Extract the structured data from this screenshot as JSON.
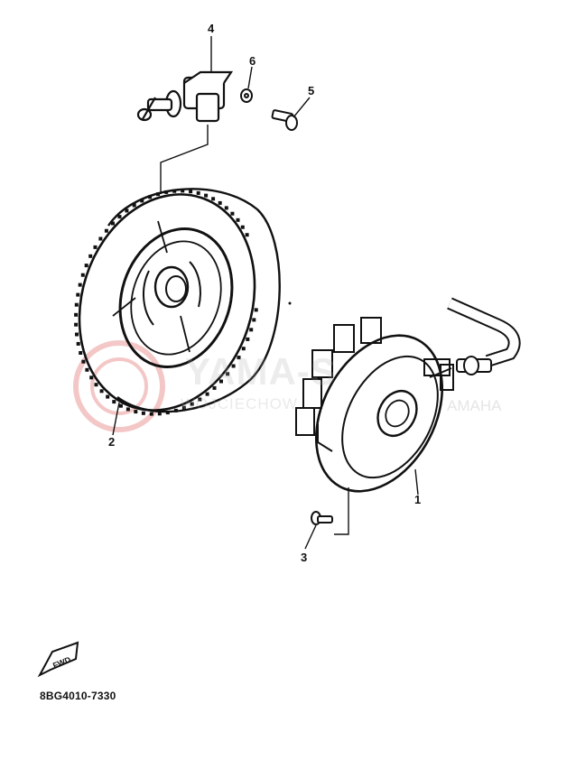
{
  "callouts": {
    "c1": "1",
    "c2": "2",
    "c3": "3",
    "c4": "4",
    "c5": "5",
    "c6": "6"
  },
  "part_code": "8BG4010-7330",
  "fwd_label": "FWD",
  "watermark": {
    "main": "YAMA-S",
    "sub": "WOJCIECHOW",
    "sub_right": "AMAHA"
  },
  "colors": {
    "line": "#111111",
    "watermark_red": "#e8b4b4"
  }
}
